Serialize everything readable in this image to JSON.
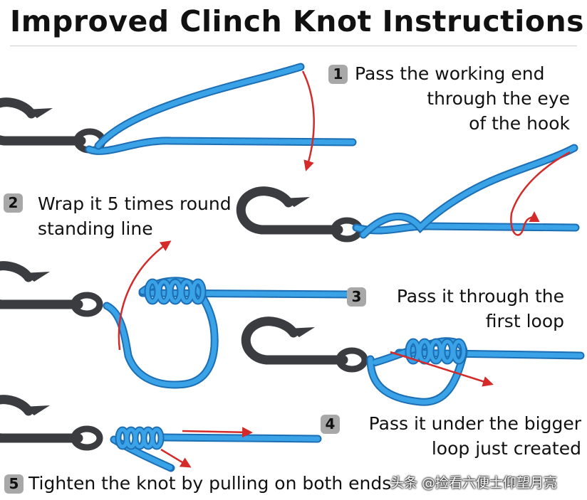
{
  "title": "Improved Clinch Knot Instructions",
  "colors": {
    "line": "#3aa2e6",
    "line_dark": "#1d6fb5",
    "hook": "#3a3c40",
    "arrow": "#d42a2a",
    "badge": "#a8a8a8"
  },
  "icons": [
    "fish-hook-icon",
    "fishing-line",
    "direction-arrow-icon"
  ],
  "steps": [
    {
      "number": "1",
      "lines": [
        "Pass the working end",
        "through the eye",
        "of the hook"
      ]
    },
    {
      "number": "2",
      "lines": [
        "Wrap it 5 times round",
        "standing line"
      ]
    },
    {
      "number": "3",
      "lines": [
        "Pass it through the",
        "first loop"
      ]
    },
    {
      "number": "4",
      "lines": [
        "Pass it under the bigger",
        "loop just created"
      ]
    },
    {
      "number": "5",
      "lines": [
        "Tighten the knot by pulling on both ends"
      ]
    }
  ],
  "watermark": "头条 @捡看六便士仰望月亮"
}
